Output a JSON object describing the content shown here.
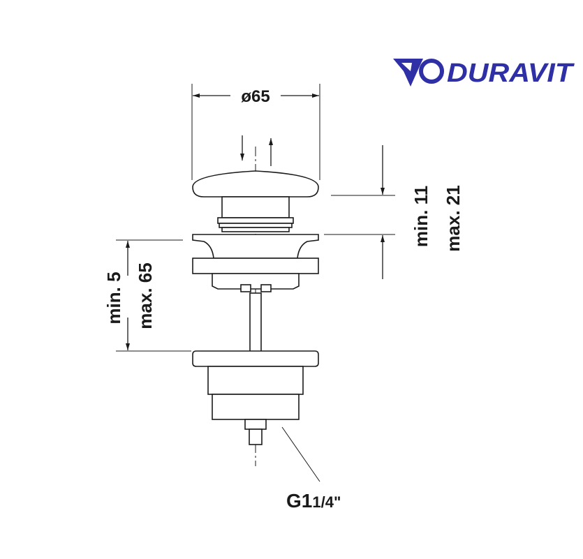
{
  "brand": {
    "name": "DURAVIT",
    "color": "#2f2fa6"
  },
  "dimensions": {
    "diameter": "ø65",
    "gap_min": "min. 11",
    "gap_max": "max. 21",
    "thickness_min": "min. 5",
    "thickness_max": "max. 65",
    "thread_main": "G1",
    "thread_fraction": "1/4\""
  },
  "icons": {
    "push_arrow": "arrow-down-icon",
    "pull_arrow": "arrow-up-icon"
  }
}
